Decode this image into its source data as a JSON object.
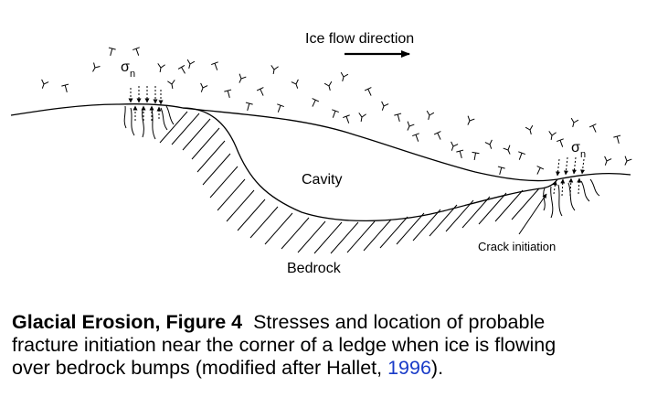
{
  "figure": {
    "flow_label": "Ice flow direction",
    "cavity_label": "Cavity",
    "bedrock_label": "Bedrock",
    "crack_label": "Crack initiation",
    "stress_symbol": "σ",
    "stress_subscript": "n"
  },
  "caption": {
    "label": "Glacial Erosion, Figure 4",
    "text_line1": "Stresses and location of probable",
    "text_line2": "fracture initiation near the corner of a ledge when ice is flowing",
    "text_line3_pre": "over bedrock bumps (modified after Hallet, ",
    "citation_year": "1996",
    "text_line3_post": ")."
  },
  "colors": {
    "ink": "#000000",
    "link": "#1a3cc8",
    "background": "#ffffff"
  }
}
